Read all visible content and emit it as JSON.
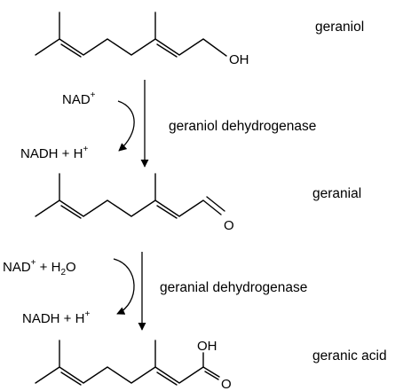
{
  "compounds": {
    "geraniol": "geraniol",
    "geranial": "geranial",
    "geranic_acid": "geranic acid"
  },
  "enzymes": {
    "step1": "geraniol dehydrogenase",
    "step2": "geranial dehydrogenase"
  },
  "atoms": {
    "oh": "OH",
    "o": "O"
  },
  "step1": {
    "cofactor_in_base": "NAD",
    "cofactor_in_charge": "+",
    "cofactor_out_base": "NADH + H",
    "cofactor_out_charge": "+"
  },
  "step2": {
    "cofactor_in_base": "NAD",
    "cofactor_in_charge": "+",
    "water_part1": " + H",
    "water_sub": "2",
    "water_part2": "O",
    "cofactor_out_base": "NADH + H",
    "cofactor_out_charge": "+"
  }
}
